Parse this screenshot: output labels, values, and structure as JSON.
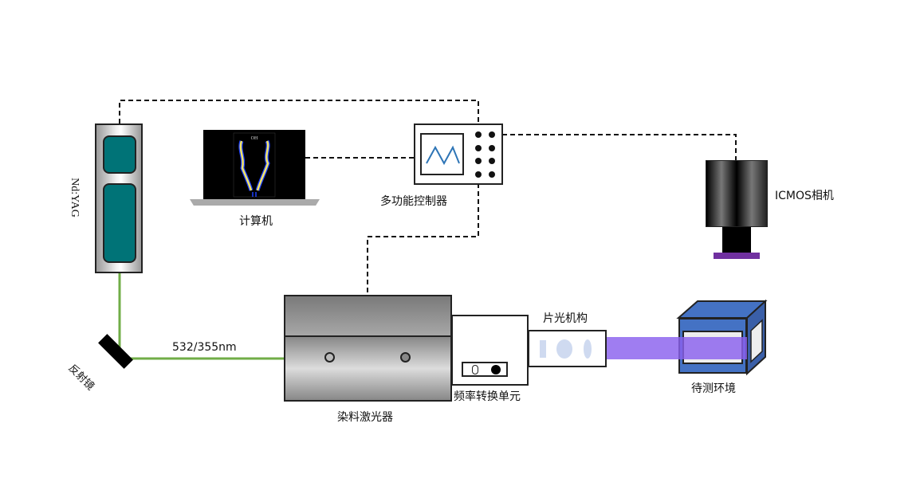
{
  "diagram": {
    "type": "optical-setup-schematic",
    "components": {
      "nd_yag": {
        "label": "Nd:YAG"
      },
      "computer": {
        "label": "计算机",
        "screen_image_label": "OH"
      },
      "controller": {
        "label": "多功能控制器"
      },
      "camera": {
        "label": "ICMOS相机"
      },
      "mirror": {
        "label": "反射镜"
      },
      "beam": {
        "label": "532/355nm"
      },
      "dye_laser": {
        "label": "染料激光器"
      },
      "frequency_unit": {
        "label": "频率转换单元"
      },
      "sheet_optics": {
        "label": "片光机构"
      },
      "test_environment": {
        "label": "待测环境"
      }
    },
    "colors": {
      "pump_beam": "#70ad47",
      "laser_sheet": "#8a60ee",
      "yag_cell": "#007377",
      "chamber": "#4472c4",
      "camera_filter": "#7030a0",
      "controller_wave": "#2e75b6"
    },
    "connections": [
      {
        "from": "nd_yag",
        "to": "controller",
        "style": "dashed"
      },
      {
        "from": "computer",
        "to": "controller",
        "style": "dashed"
      },
      {
        "from": "controller",
        "to": "camera",
        "style": "dashed"
      },
      {
        "from": "controller",
        "to": "dye_laser",
        "style": "dashed"
      },
      {
        "from": "nd_yag",
        "to": "mirror",
        "style": "beam"
      },
      {
        "from": "mirror",
        "to": "dye_laser",
        "style": "beam"
      },
      {
        "from": "sheet_optics",
        "to": "test_environment",
        "style": "laser-sheet"
      }
    ]
  }
}
